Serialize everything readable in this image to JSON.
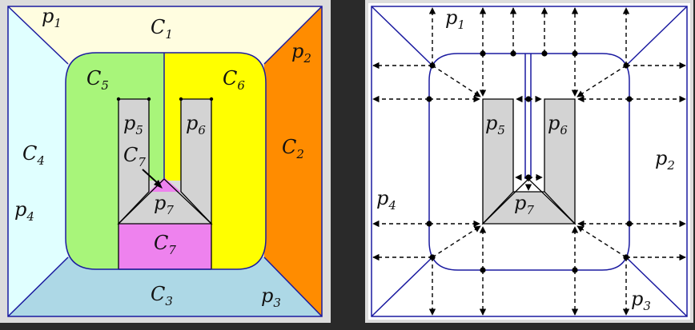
{
  "left": {
    "labels": {
      "p1": "p",
      "p1_sub": "1",
      "p2": "p",
      "p2_sub": "2",
      "p3": "p",
      "p3_sub": "3",
      "p4": "p",
      "p4_sub": "4",
      "p5": "p",
      "p5_sub": "5",
      "p6": "p",
      "p6_sub": "6",
      "p7": "p",
      "p7_sub": "7",
      "c1": "C",
      "c1_sub": "1",
      "c2": "C",
      "c2_sub": "2",
      "c3": "C",
      "c3_sub": "3",
      "c4": "C",
      "c4_sub": "4",
      "c5": "C",
      "c5_sub": "5",
      "c6": "C",
      "c6_sub": "6",
      "c7a": "C",
      "c7a_sub": "7",
      "c7b": "C",
      "c7b_sub": "7"
    },
    "colors": {
      "c1": "#fffde0",
      "c2": "#ff8c00",
      "c3": "#add8e6",
      "c4": "#e0ffff",
      "c5": "#a8f57a",
      "c6": "#ffff00",
      "c7": "#ee82ee",
      "gray": "#d3d3d3",
      "edge": "#1a1aa0",
      "black": "#000000"
    }
  },
  "right": {
    "labels": {
      "p1": "p",
      "p1_sub": "1",
      "p2": "p",
      "p2_sub": "2",
      "p3": "p",
      "p3_sub": "3",
      "p4": "p",
      "p4_sub": "4",
      "p5": "p",
      "p5_sub": "5",
      "p6": "p",
      "p6_sub": "6",
      "p7": "p",
      "p7_sub": "7"
    },
    "colors": {
      "gray": "#d3d3d3",
      "edge": "#1a1aa0",
      "black": "#000000"
    }
  }
}
